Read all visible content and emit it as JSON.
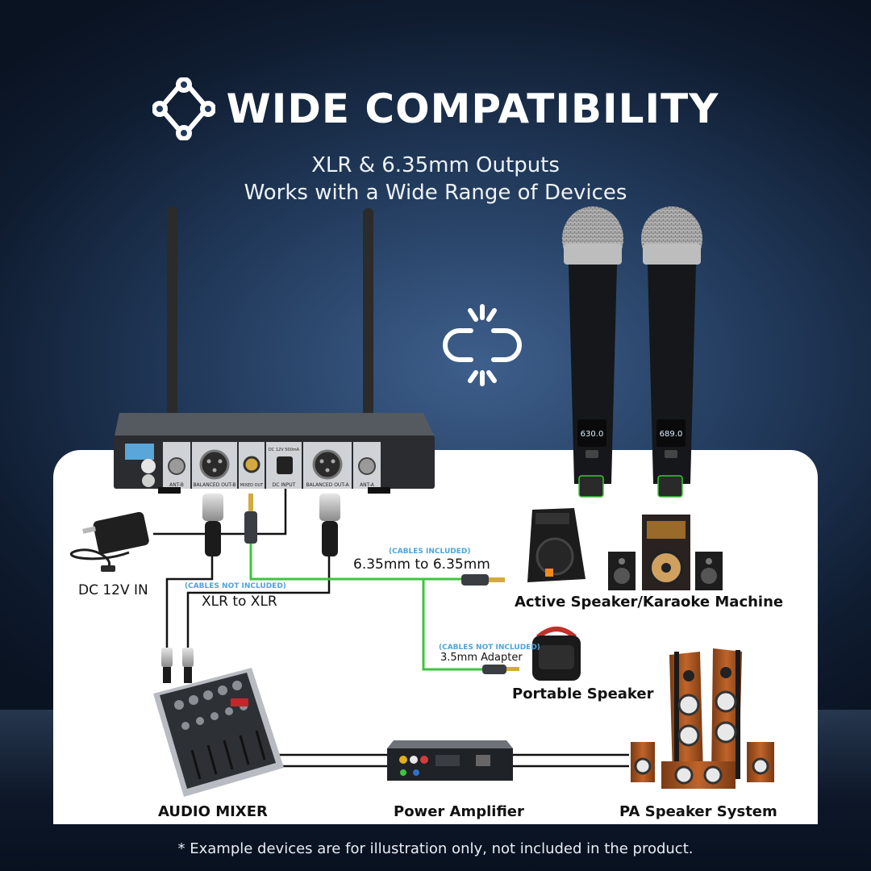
{
  "header": {
    "title": "WIDE COMPATIBILITY",
    "subtitle_line1": "XLR & 6.35mm Outputs",
    "subtitle_line2": "Works with a Wide Range of Devices"
  },
  "receiver": {
    "ports": [
      "ANT-B",
      "BALANCED OUT-B",
      "MIXED OUT",
      "DC INPUT",
      "BALANCED OUT-A",
      "ANT-A"
    ],
    "dc_rating": "DC 12V 500mA"
  },
  "mics": [
    {
      "display": "630.0"
    },
    {
      "display": "689.0"
    }
  ],
  "labels": {
    "dc_in": "DC 12V IN",
    "xlr_cables_note": "(CABLES NOT INCLUDED)",
    "xlr": "XLR to XLR",
    "jack_cables_note": "(CABLES INCLUDED)",
    "jack": "6.35mm to 6.35mm",
    "adapter_cables_note": "(CABLES NOT INCLUDED)",
    "adapter": "3.5mm Adapter",
    "active_speaker": "Active Speaker/Karaoke Machine",
    "portable_speaker": "Portable Speaker",
    "mixer": "AUDIO MIXER",
    "amplifier": "Power Amplifier",
    "pa": "PA Speaker System"
  },
  "footnote": "* Example devices are for illustration only, not included in the product.",
  "colors": {
    "cable_green": "#3ec43e",
    "cable_black": "#111111",
    "note_blue": "#4fa3d7",
    "background_dark": "#0f1c30"
  }
}
